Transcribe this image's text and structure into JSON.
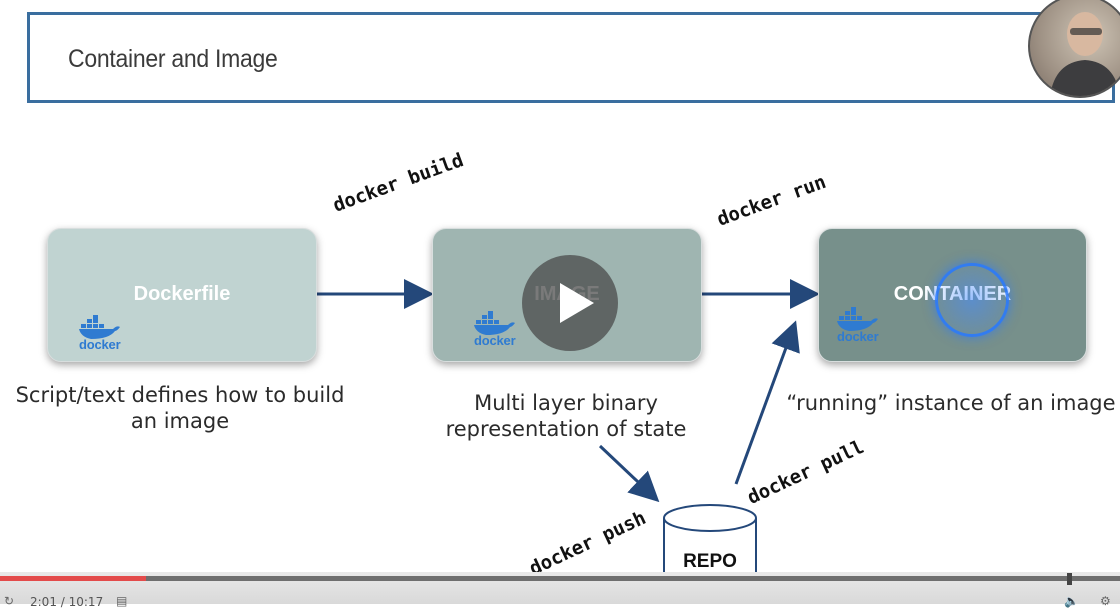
{
  "slide": {
    "title": "Container and Image"
  },
  "boxes": {
    "dockerfile": {
      "label": "Dockerfile",
      "logo_text": "docker",
      "color": "#c0d3d1"
    },
    "image": {
      "label": "IMAGE",
      "logo_text": "docker",
      "color": "#9fb5b1"
    },
    "container": {
      "label": "CONTAINER",
      "logo_text": "docker",
      "color": "#77908b"
    }
  },
  "captions": {
    "dockerfile": [
      "Script/text defines how to build",
      "an image"
    ],
    "image": [
      "Multi layer binary",
      "representation of state"
    ],
    "container": [
      "“running” instance of an image"
    ]
  },
  "commands": {
    "build": "docker build",
    "run": "docker run",
    "push": "docker push",
    "pull": "docker pull"
  },
  "repo": {
    "label": "REPO"
  },
  "player": {
    "time": "2:01 / 10:17",
    "progress": 0.13,
    "accent": "#e34b4b"
  },
  "icons": {
    "play": "play-icon",
    "docker": "docker-whale-icon"
  }
}
